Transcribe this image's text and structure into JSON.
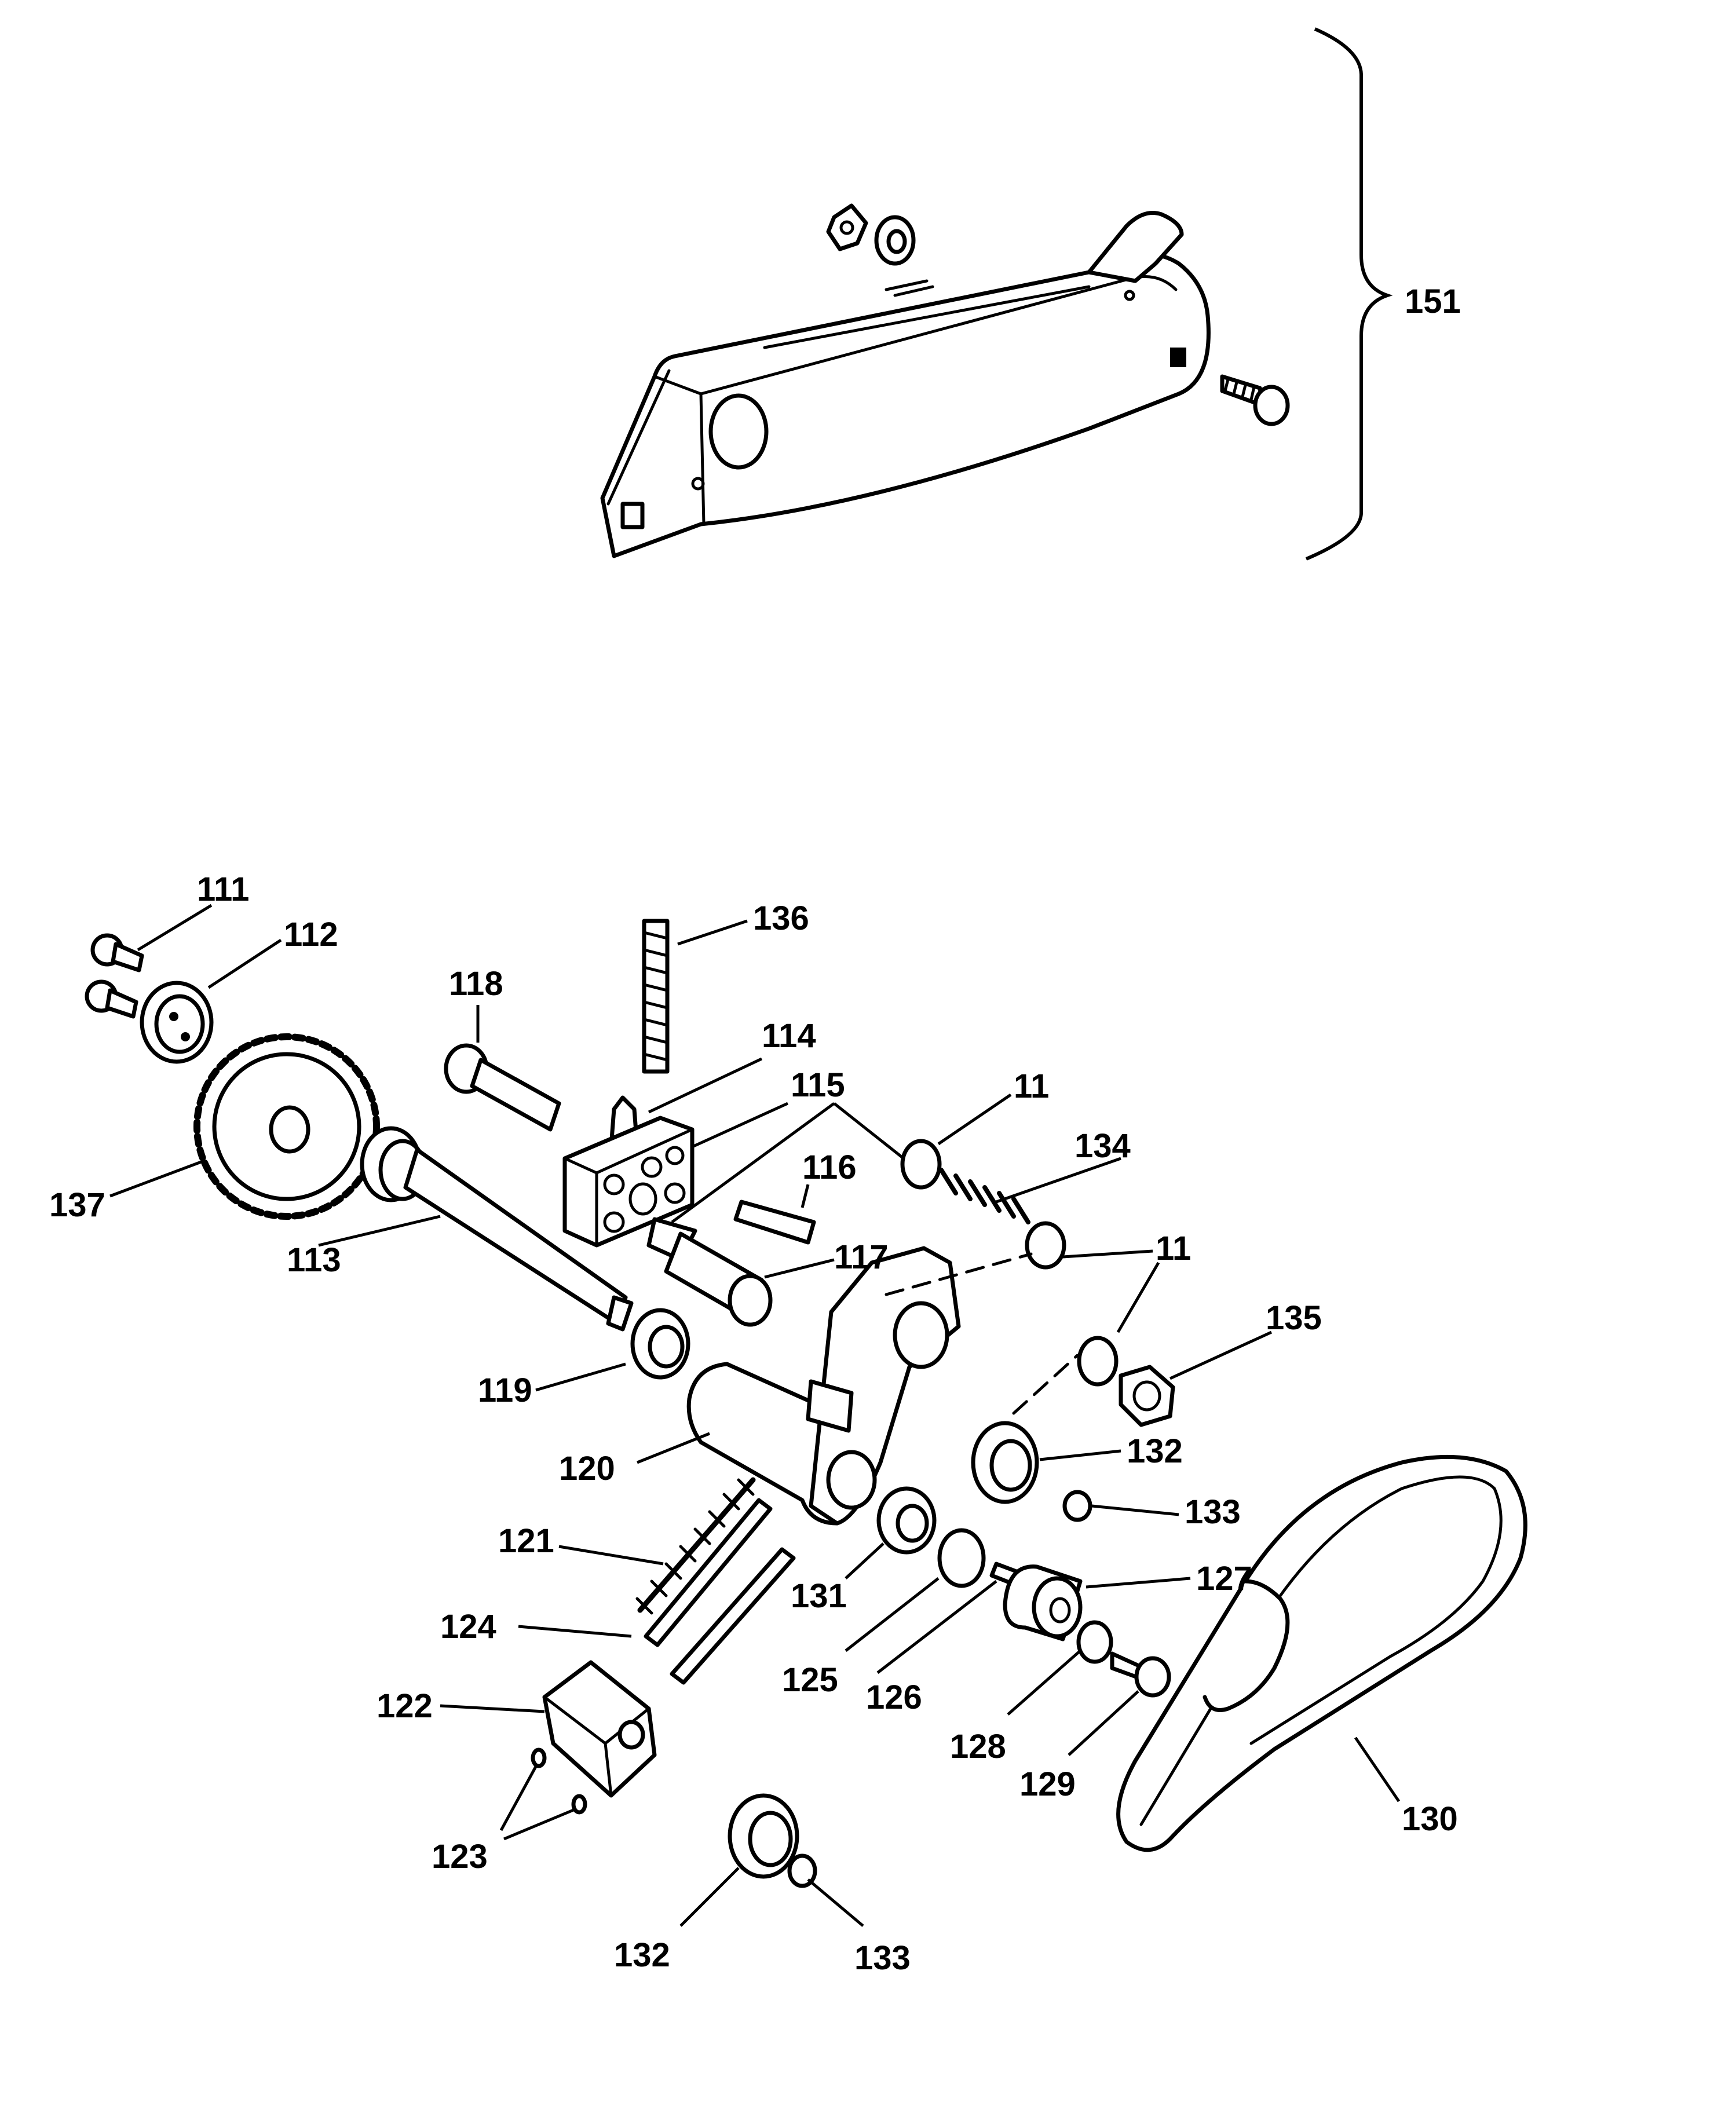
{
  "labels": {
    "p151": "151",
    "p111": "111",
    "p112": "112",
    "p136": "136",
    "p118": "118",
    "p114": "114",
    "p115": "115",
    "p11a": "11",
    "p134": "134",
    "p137": "137",
    "p116": "116",
    "p113": "113",
    "p117": "117",
    "p11b": "11",
    "p135": "135",
    "p119": "119",
    "p132a": "132",
    "p120": "120",
    "p133a": "133",
    "p121": "121",
    "p127": "127",
    "p131": "131",
    "p124": "124",
    "p125": "125",
    "p126": "126",
    "p122": "122",
    "p128": "128",
    "p129": "129",
    "p130": "130",
    "p123": "123",
    "p132b": "132",
    "p133b": "133"
  }
}
